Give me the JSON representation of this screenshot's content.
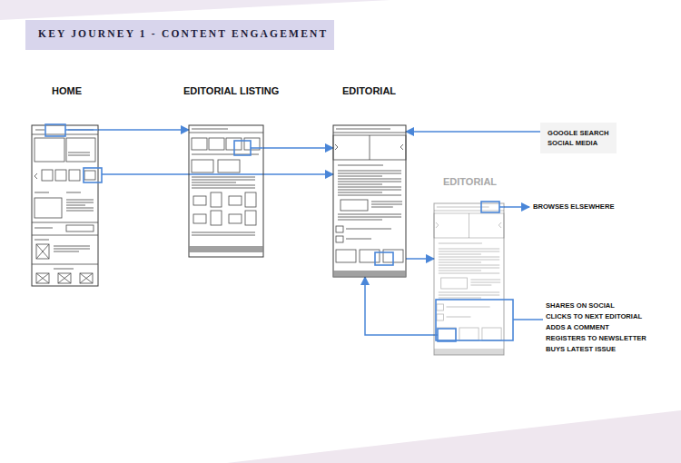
{
  "diagram": {
    "title": "KEY JOURNEY 1 - CONTENT ENGAGEMENT",
    "nodes": [
      {
        "text": [
          "HOME"
        ]
      },
      {
        "text": [
          "EDITORIAL LISTING"
        ]
      },
      {
        "text": [
          "EDITORIAL"
        ]
      },
      {
        "text": [
          "GOOGLE SEARCH SOCIAL MEDIA"
        ]
      },
      {
        "text": [
          "EDITORIAL"
        ]
      },
      {
        "text": [
          "BROWSES ELSEWHERE"
        ]
      },
      {
        "text": [
          "SHARES ON SOCIAL",
          "CLICKS TO NEXT EDITORIAL",
          "ADDS A COMMENT",
          "REGISTERS TO NEWSLETTER",
          "BUYS LATEST ISSUE"
        ]
      }
    ],
    "edges": [
      {
        "from": 0,
        "to": 1,
        "arrow": "to"
      },
      {
        "from": 0,
        "to": 2,
        "arrow": "to"
      },
      {
        "from": 1,
        "to": 2,
        "arrow": "to"
      },
      {
        "from": 3,
        "to": 2,
        "arrow": "to"
      },
      {
        "from": 2,
        "to": 4,
        "arrow": "to"
      },
      {
        "from": 4,
        "to": 5,
        "arrow": "to"
      },
      {
        "from": 4,
        "to": 6,
        "arrow": "none"
      },
      {
        "from": 4,
        "to": 2,
        "arrow": "to"
      }
    ]
  }
}
